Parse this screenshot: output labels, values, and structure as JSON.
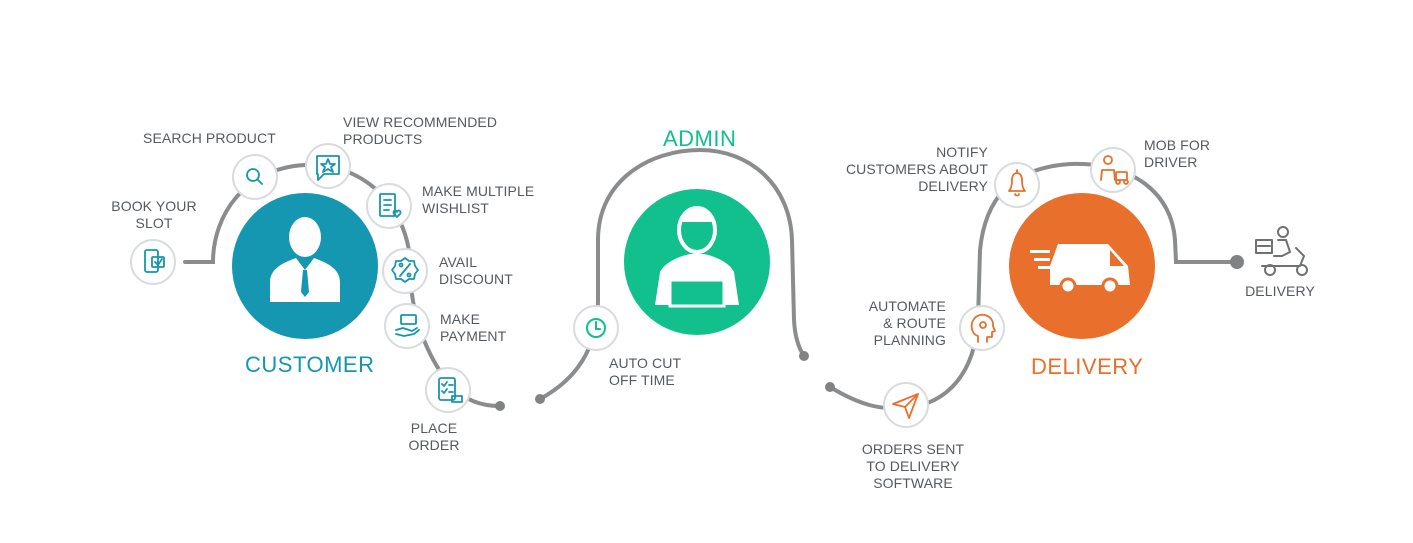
{
  "colors": {
    "line": "#8a8c8e",
    "customer": "#1596b1",
    "admin": "#12c08d",
    "delivery": "#e8702c",
    "label": "#555a5f",
    "icon_circle_border": "#d9dcde"
  },
  "customer": {
    "title": "CUSTOMER",
    "steps": [
      {
        "lines": [
          "BOOK YOUR",
          "SLOT"
        ],
        "icon": "mobile-booking-icon"
      },
      {
        "lines": [
          "SEARCH PRODUCT"
        ],
        "icon": "search-icon"
      },
      {
        "lines": [
          "VIEW RECOMMENDED",
          "PRODUCTS"
        ],
        "icon": "star-chat-icon"
      },
      {
        "lines": [
          "MAKE MULTIPLE",
          "WISHLIST"
        ],
        "icon": "wishlist-icon"
      },
      {
        "lines": [
          "AVAIL",
          "DISCOUNT"
        ],
        "icon": "discount-badge-icon"
      },
      {
        "lines": [
          "MAKE",
          "PAYMENT"
        ],
        "icon": "payment-hand-icon"
      },
      {
        "lines": [
          "PLACE",
          "ORDER"
        ],
        "icon": "order-checklist-icon"
      }
    ]
  },
  "admin": {
    "title": "ADMIN",
    "steps": [
      {
        "lines": [
          "AUTO CUT",
          "OFF TIME"
        ],
        "icon": "clock-icon"
      }
    ]
  },
  "delivery": {
    "title": "DELIVERY",
    "steps": [
      {
        "lines": [
          "ORDERS SENT",
          "TO DELIVERY",
          "SOFTWARE"
        ],
        "icon": "send-icon"
      },
      {
        "lines": [
          "AUTOMATE",
          "& ROUTE",
          "PLANNING"
        ],
        "icon": "head-gear-icon"
      },
      {
        "lines": [
          "NOTIFY",
          "CUSTOMERS ABOUT",
          "DELIVERY"
        ],
        "icon": "bell-icon"
      },
      {
        "lines": [
          "MOB FOR",
          "DRIVER"
        ],
        "icon": "driver-icon"
      }
    ],
    "end": {
      "lines": [
        "DELIVERY"
      ],
      "icon": "scooter-delivery-icon"
    }
  }
}
